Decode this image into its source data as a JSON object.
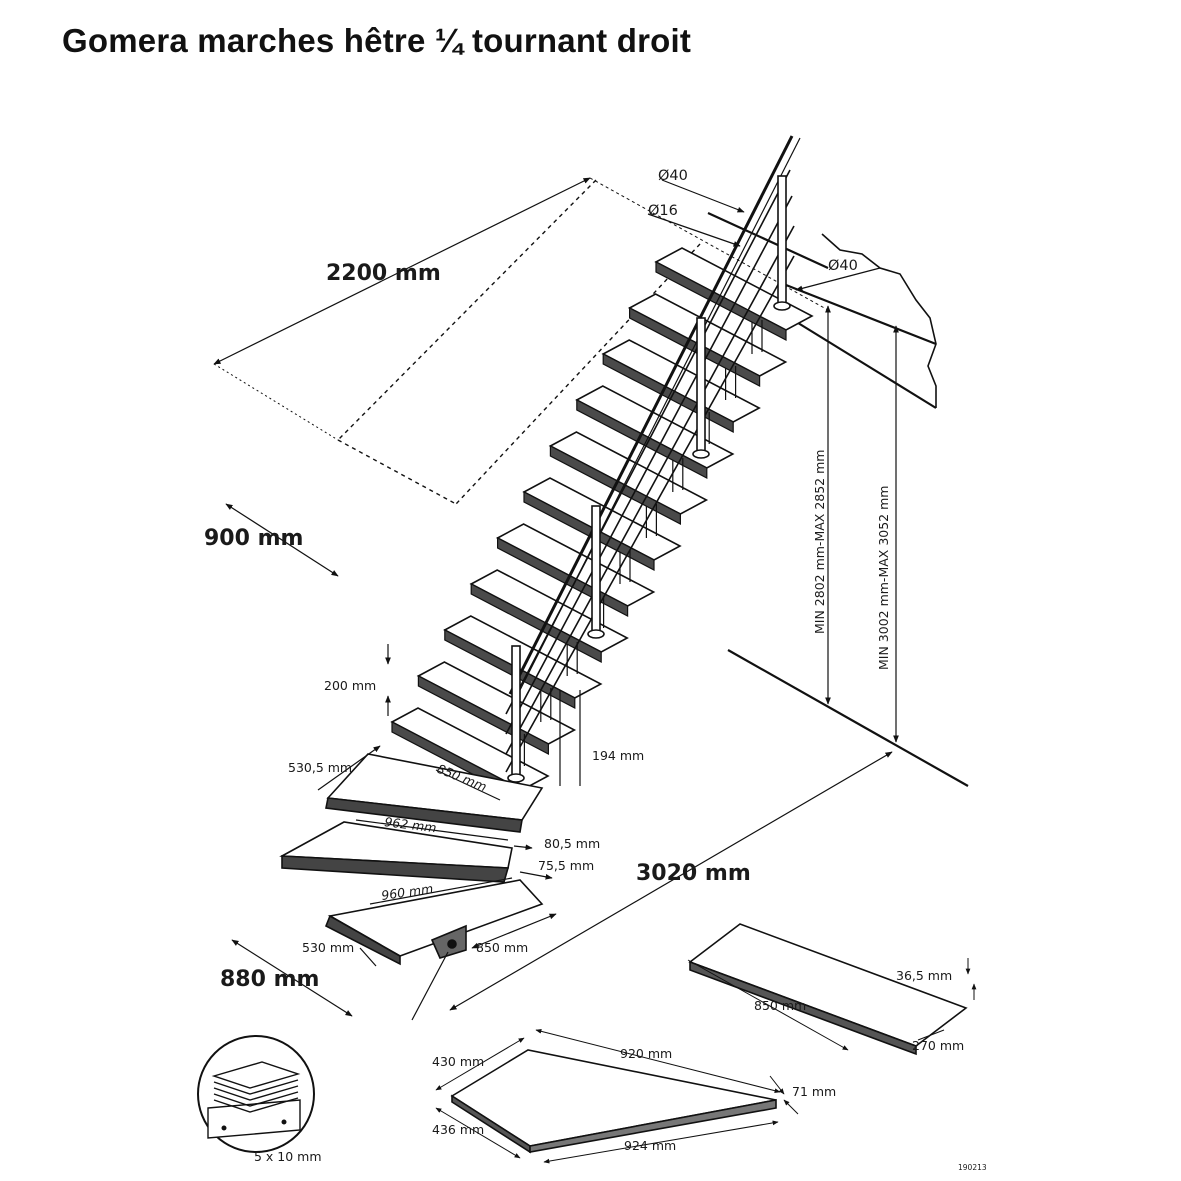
{
  "title": "Gomera marches hêtre ¼ tournant droit",
  "dimensions": {
    "handrail_diameter": "Ø40",
    "baluster_diameter": "Ø16",
    "post_diameter": "Ø40",
    "length_top": "2200 mm",
    "width_top": "900 mm",
    "step_rise": "200 mm",
    "tread_width_850": "850 mm",
    "landing_530_5": "530,5 mm",
    "diag_962": "962 mm",
    "offset_80_5": "80,5 mm",
    "offset_75_5": "75,5 mm",
    "diag_960": "960 mm",
    "width_530": "530 mm",
    "width_850": "850 mm",
    "depth_194": "194 mm",
    "length_3020": "3020 mm",
    "width_880": "880 mm",
    "height_min_max_1": "MIN 2802 mm-MAX 2852 mm",
    "height_min_max_2": "MIN 3002 mm-MAX 3052 mm",
    "tread_thickness": "36,5 mm",
    "tread_length": "850 mm",
    "tread_depth": "270 mm",
    "wedge_430": "430 mm",
    "wedge_920": "920 mm",
    "wedge_71": "71 mm",
    "wedge_436": "436 mm",
    "wedge_924": "924 mm",
    "spacer_size": "5 x 10 mm",
    "ref_code": "190213"
  }
}
